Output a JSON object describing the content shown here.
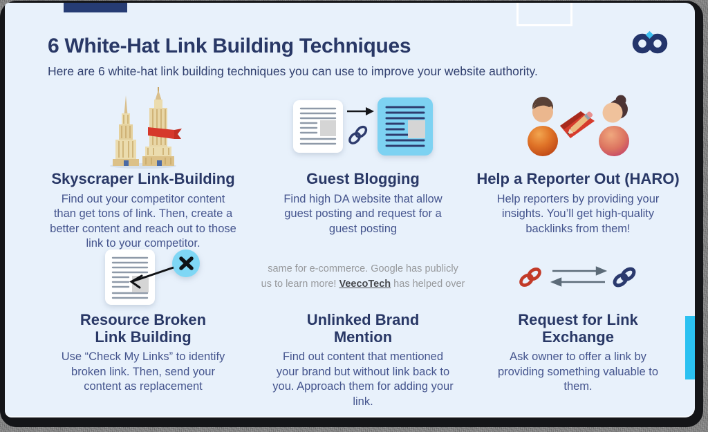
{
  "page": {
    "title": "6 White-Hat Link Building Techniques",
    "subtitle": "Here are 6 white-hat link building techniques you can use to improve your website authority."
  },
  "sections": [
    {
      "icon": "skyscrapers-icon",
      "title": "Skyscraper Link-Building",
      "description": "Find out your competitor content than get tons of link. Then, create a better content and reach out to those link to your competitor."
    },
    {
      "icon": "documents-link-icon",
      "title": "Guest Blogging",
      "description": "Find high DA website that allow guest posting and request for a guest posting"
    },
    {
      "icon": "reporters-icon",
      "title": "Help a Reporter Out (HARO)",
      "description": "Help reporters by providing your insights. You’ll get high-quality backlinks from them!"
    },
    {
      "icon": "broken-link-document-icon",
      "title": "Resource Broken Link Building",
      "description": "Use “Check My Links” to identify broken link. Then, send your content as replacement"
    },
    {
      "icon": "unlinked-mention-text",
      "title": "Unlinked Brand Mention",
      "description": "Find out content that mentioned your brand but without link back to you. Approach them for adding your link."
    },
    {
      "icon": "link-exchange-icon",
      "title": "Request for Link Exchange",
      "description": "Ask owner to offer a link by providing something valuable to them."
    }
  ],
  "mention_snippet": {
    "line1": "same for e-commerce. Google has publicly",
    "line2_before": "us to learn more! ",
    "brand": "VeecoTech",
    "line2_after": " has helped over"
  },
  "colors": {
    "slide_background": "#E8F1FB",
    "title_navy": "#293866",
    "body_text_navy": "#44548D",
    "icon_light_blue": "#7DD2F2",
    "accent_cyan_bar": "#2BC1F1",
    "top_tab_navy": "#263C74",
    "snippet_gray": "#97999C",
    "red_accent": "#D63B2C"
  }
}
